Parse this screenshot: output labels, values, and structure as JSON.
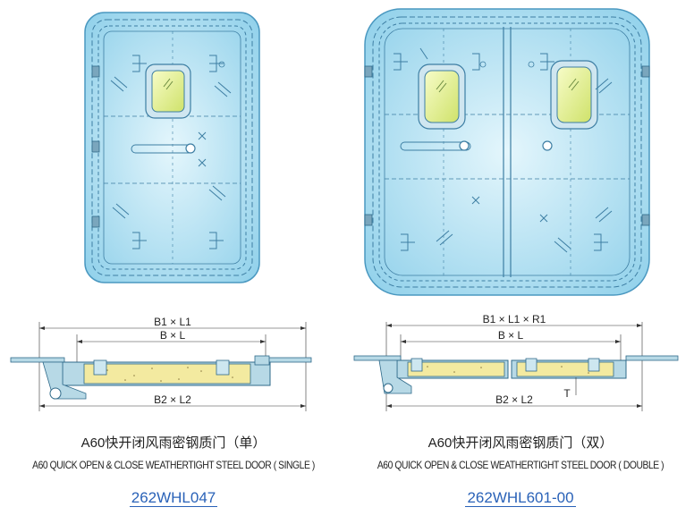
{
  "single": {
    "dims": {
      "outer": "B1 × L1",
      "inner": "B × L",
      "bottom": "B2 × L2"
    },
    "title_cn": "A60快开闭风雨密钢质门（单）",
    "title_en": "A60 QUICK OPEN & CLOSE WEATHERTIGHT STEEL DOOR ( SINGLE )",
    "code": "262WHL047"
  },
  "double": {
    "dims": {
      "outer": "B1 × L1 × R1",
      "inner": "B × L",
      "bottom": "B2 × L2",
      "thickness": "T"
    },
    "title_cn": "A60快开闭风雨密钢质门（双）",
    "title_en": "A60 QUICK OPEN & CLOSE WEATHERTIGHT STEEL DOOR ( DOUBLE )",
    "code": "262WHL601-00"
  },
  "colors": {
    "door": "#a8dcef",
    "door_edge": "#5aa8cc",
    "window": "#e8f59a",
    "insulation": "#f3eaa0",
    "steel": "#b7d9e6",
    "caption_code": "#2a62b8"
  }
}
